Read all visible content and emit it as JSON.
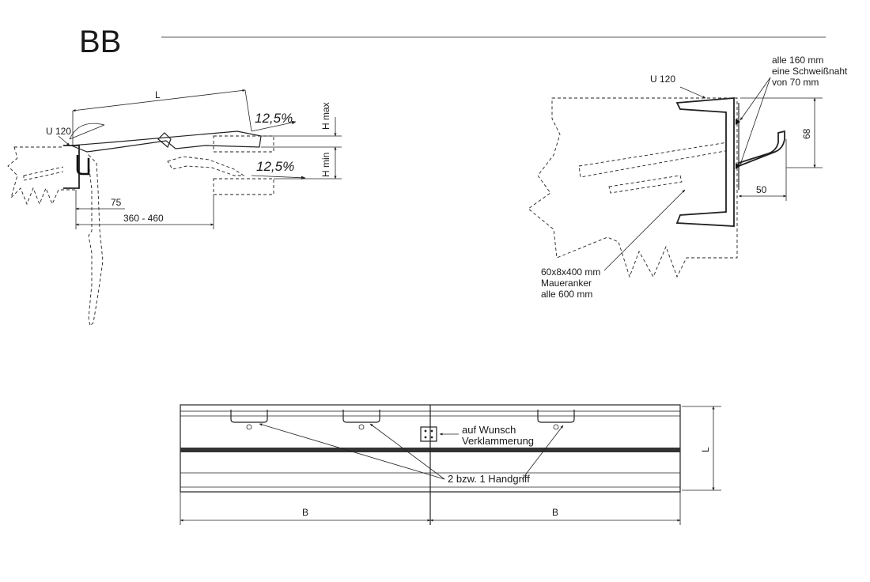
{
  "title": "BB",
  "colors": {
    "ink": "#1a1a1a",
    "paper": "#ffffff",
    "concrete_fill": "#f2f2f2"
  },
  "section_view": {
    "label_profile": "U 120",
    "dim_length": "L",
    "slope_upper": "12,5%",
    "slope_lower": "12,5%",
    "h_max": "H max",
    "h_min": "H min",
    "dim_75": "75",
    "dim_range": "360 - 460"
  },
  "detail_view": {
    "label_profile": "U 120",
    "weld_note": [
      "alle 160 mm",
      "eine Schweißnaht",
      "von 70 mm"
    ],
    "dim_68": "68",
    "dim_50": "50",
    "anchor_note": [
      "60x8x400 mm",
      "Maueranker",
      "alle 600 mm"
    ]
  },
  "plan_view": {
    "note_clamp": [
      "auf Wunsch",
      "Verklammerung"
    ],
    "note_handles": "2 bzw. 1 Handgriff",
    "dim_length": "L",
    "dim_b_left": "B",
    "dim_b_right": "B"
  }
}
